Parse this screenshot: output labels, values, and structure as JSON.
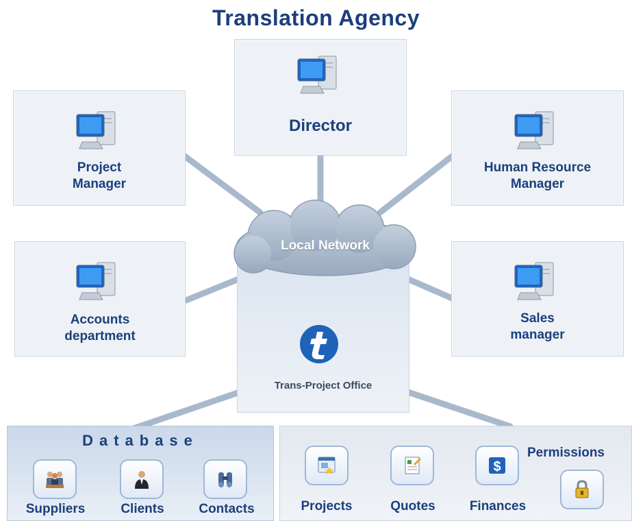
{
  "title": "Translation Agency",
  "nodes": {
    "director": "Director",
    "project_manager": "Project\nManager",
    "hr_manager": "Human Resource\nManager",
    "accounts": "Accounts\ndepartment",
    "sales": "Sales\nmanager"
  },
  "network_label": "Local Network",
  "hub_label": "Trans-Project Office",
  "database": {
    "title": "Database",
    "items": [
      "Suppliers",
      "Clients",
      "Contacts"
    ]
  },
  "modules": {
    "items": [
      "Projects",
      "Quotes",
      "Finances"
    ],
    "permissions_label": "Permissions"
  },
  "colors": {
    "primary": "#1c3f7c",
    "link": "#a9b9cc",
    "panel": "#eef2f7"
  },
  "icons": [
    "computer-icon",
    "cloud-icon",
    "trans-project-logo-icon",
    "suppliers-icon",
    "clients-icon",
    "contacts-icon",
    "projects-icon",
    "quotes-icon",
    "finances-icon",
    "lock-icon"
  ]
}
